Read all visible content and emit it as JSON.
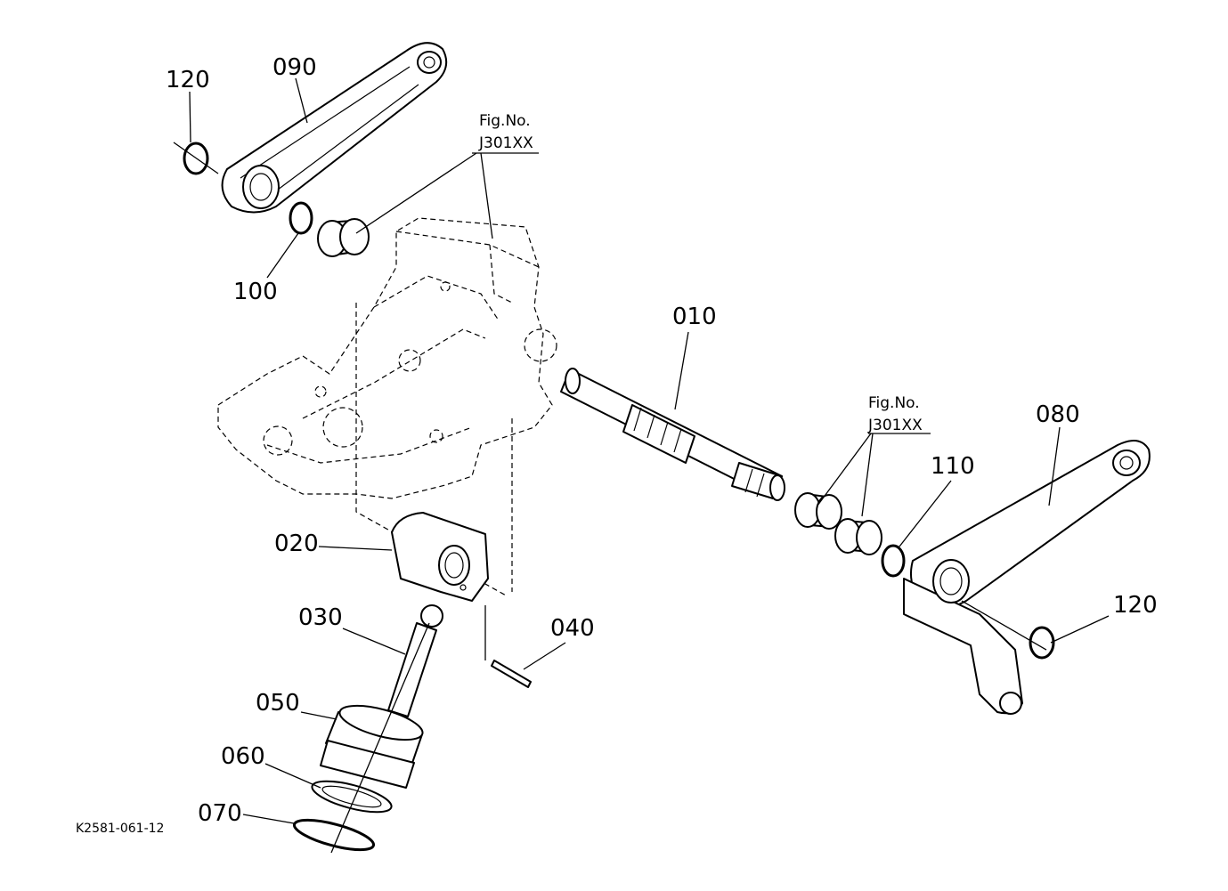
{
  "labels": {
    "p010": "010",
    "p020": "020",
    "p030": "030",
    "p040": "040",
    "p050": "050",
    "p060": "060",
    "p070": "070",
    "p080": "080",
    "p090": "090",
    "p100": "100",
    "p110": "110",
    "p120_left": "120",
    "p120_right": "120"
  },
  "fig_refs": {
    "upper": {
      "line1": "Fig.No.",
      "line2": "J301XX"
    },
    "lower": {
      "line1": "Fig.No.",
      "line2": "J301XX"
    }
  },
  "drawing_code": "K2581-061-12"
}
